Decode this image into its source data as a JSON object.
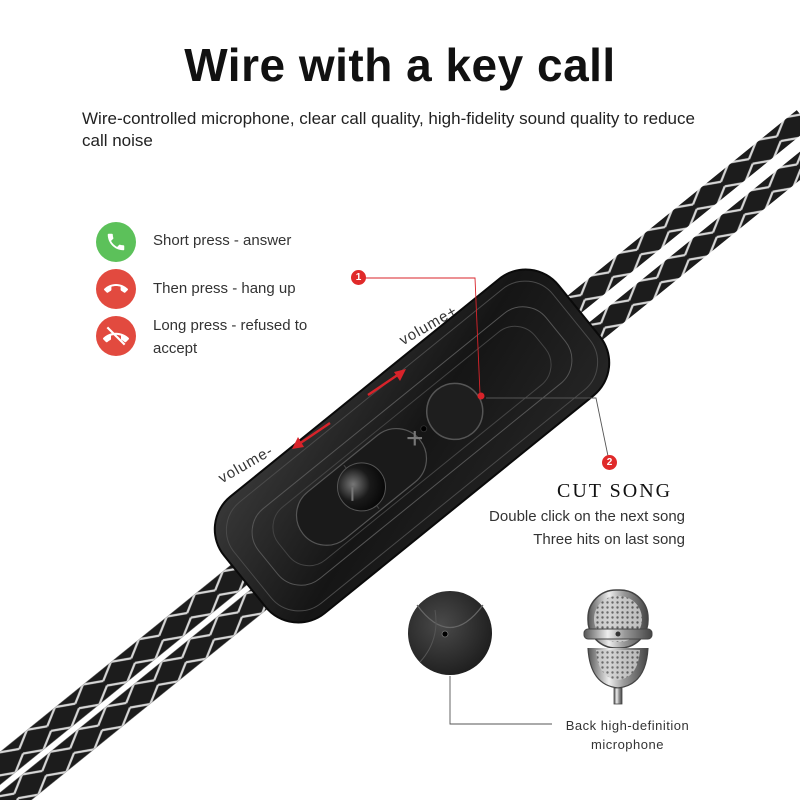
{
  "header": {
    "title": "Wire with a key call",
    "subtitle": "Wire-controlled microphone, clear call quality, high-fidelity sound quality to reduce call noise"
  },
  "legend": [
    {
      "icon": "phone-answer-icon",
      "color": "#5cc15a",
      "label": "Short press - answer"
    },
    {
      "icon": "phone-hangup-icon",
      "color": "#e24a3f",
      "label": "Then press - hang up"
    },
    {
      "icon": "phone-refuse-icon",
      "color": "#e24a3f",
      "label": "Long press - refused to accept"
    }
  ],
  "remote": {
    "volume_up_label": "volume+",
    "volume_down_label": "volume-",
    "plus_symbol": "+",
    "minus_symbol": "−",
    "badge_1": "1",
    "badge_2": "2"
  },
  "cut_song": {
    "title": "CUT SONG",
    "line1": "Double click on the next song",
    "line2": "Three hits on last song"
  },
  "microphone": {
    "caption": "Back high-definition microphone"
  },
  "colors": {
    "accent": "#d8232a",
    "answer_green": "#5cc15a",
    "hangup_red": "#e24a3f",
    "cable": "#1c1c1c"
  }
}
